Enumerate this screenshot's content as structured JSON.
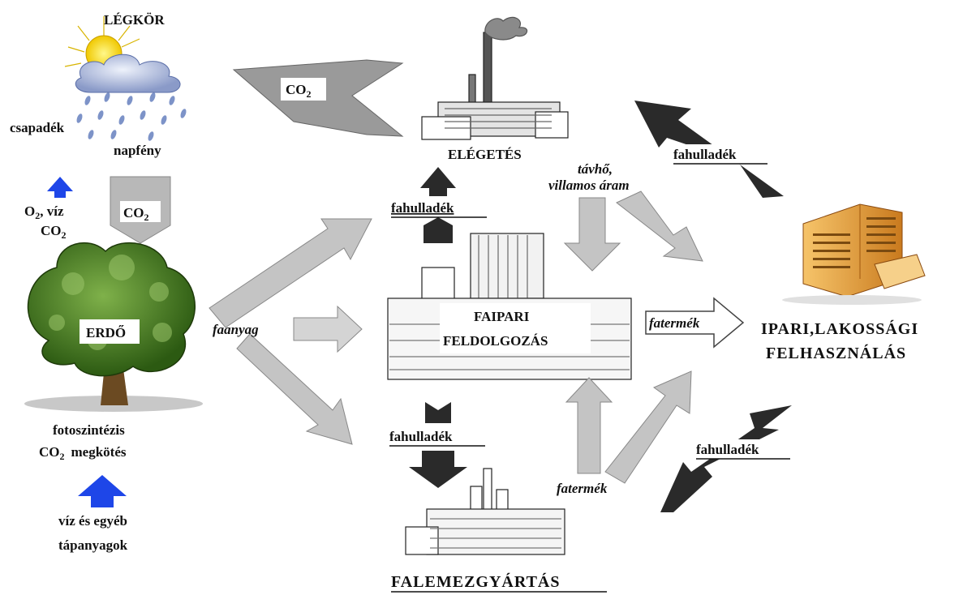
{
  "nodes": {
    "atmosphere": "LÉGKÖR",
    "precipitation": "csapadék",
    "sunlight": "napfény",
    "forest": "ERDŐ",
    "photosynthesis": "fotoszintézis",
    "co2_binding_prefix": "CO",
    "co2_binding_suffix": "megkötés",
    "water_nutrients_line1": "víz és egyéb",
    "water_nutrients_line2": "tápanyagok",
    "o2_line1": "O",
    "o2_line1_rest": ", víz",
    "o2_line2": "CO",
    "combustion": "ELÉGETÉS",
    "wood_processing_line1": "FAIPARI",
    "wood_processing_line2": "FELDOLGOZÁS",
    "board_manufacturing": "FALEMEZGYÁRTÁS",
    "usage_line1": "IPARI,LAKOSSÁGI",
    "usage_line2": "FELHASZNÁLÁS"
  },
  "arrows": {
    "co2_top": "CO",
    "co2_down": "CO",
    "co2_sub": "2",
    "wood_material": "faanyag",
    "district_heat_line1": "távhő,",
    "district_heat_line2": "villamos áram",
    "wood_waste_up": "fahulladék",
    "wood_waste_down": "fahulladék",
    "wood_waste_right_top": "fahulladék",
    "wood_waste_right_bottom": "fahulladék",
    "wood_product_mid": "fatermék",
    "wood_product_bottom": "fatermék"
  },
  "colors": {
    "grey_arrow": "#c4c4c4",
    "dark_arrow": "#2a2a2a",
    "blue_arrow": "#1e46e8",
    "tree_green": "#3f7a1e",
    "building_orange": "#e8a040"
  }
}
